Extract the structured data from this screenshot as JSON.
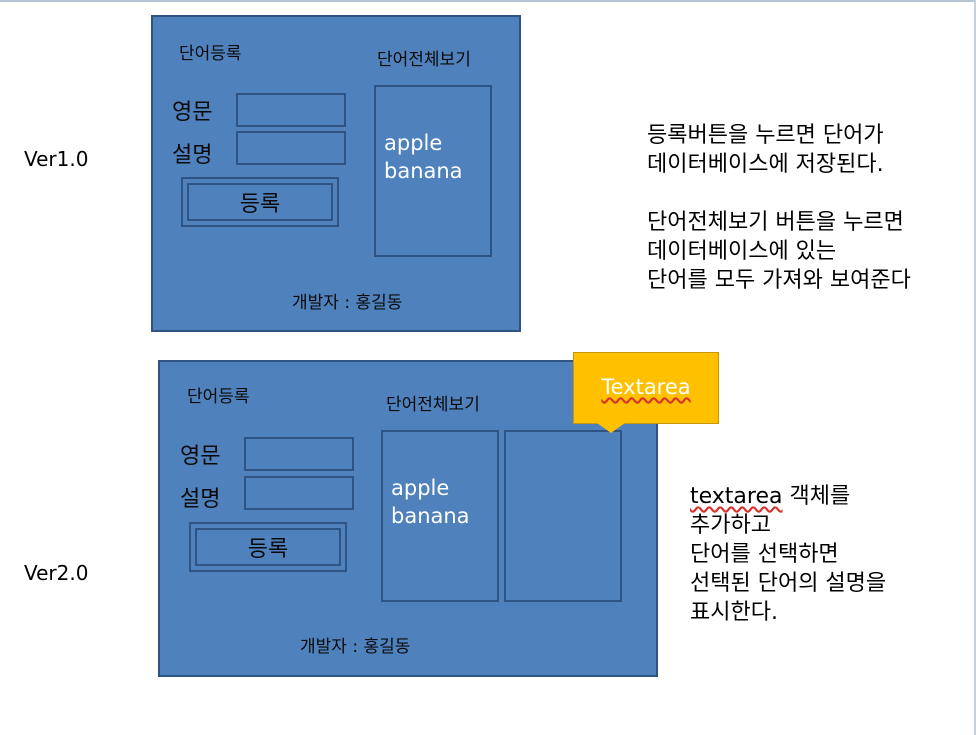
{
  "v1": {
    "version_label": "Ver1.0",
    "register_title": "단어등록",
    "view_all_title": "단어전체보기",
    "english_label": "영문",
    "description_label": "설명",
    "register_button": "등록",
    "words": [
      "apple",
      "banana"
    ],
    "developer": "개발자 : 홍길동",
    "notes": [
      "등록버튼을 누르면 단어가",
      "데이터베이스에 저장된다.",
      "",
      "단어전체보기 버튼을 누르면",
      "데이터베이스에 있는",
      "단어를 모두 가져와 보여준다"
    ]
  },
  "v2": {
    "version_label": "Ver2.0",
    "register_title": "단어등록",
    "view_all_title": "단어전체보기",
    "english_label": "영문",
    "description_label": "설명",
    "register_button": "등록",
    "words": [
      "apple",
      "banana"
    ],
    "developer": "개발자 : 홍길동",
    "callout": "Textarea",
    "notes_first_word": "textarea",
    "notes_first_rest": " 객체를",
    "notes": [
      "추가하고",
      "단어를 선택하면",
      "선택된 단어의 설명을",
      "표시한다."
    ]
  },
  "colors": {
    "panel": "#4f81bd",
    "panel_border": "#2f5483",
    "callout": "#ffc000"
  }
}
